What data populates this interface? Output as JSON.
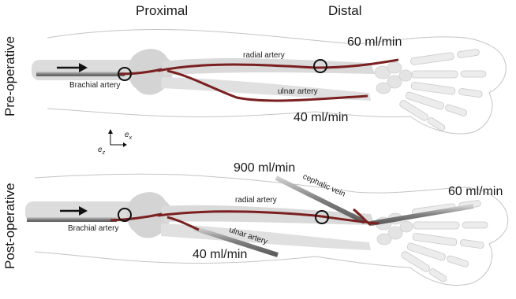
{
  "headers": {
    "proximal": "Proximal",
    "distal": "Distal"
  },
  "panels": [
    {
      "label": "Pre-operative",
      "brachial_label": "Brachial artery",
      "radial_label": "radial artery",
      "ulnar_label": "ulnar artery",
      "radial_flow": "60 ml/min",
      "ulnar_flow": "40 ml/min"
    },
    {
      "label": "Post-operative",
      "brachial_label": "Brachial artery",
      "radial_label": "radial artery",
      "ulnar_label": "ulnar artery",
      "cephalic_label": "cephalic vein",
      "cephalic_flow": "900 ml/min",
      "radial_flow": "60 ml/min",
      "ulnar_flow": "40 ml/min"
    }
  ],
  "axes": {
    "x_label": "e",
    "x_sub": "x",
    "z_label": "e",
    "z_sub": "z"
  },
  "colors": {
    "artery": "#7a2020",
    "artery_light": "#a34040",
    "bone": "#d9d9d9",
    "bone_edge": "#c8c8c8",
    "tube": "#8c8c8c",
    "arm_outline": "#bdbdbd"
  }
}
